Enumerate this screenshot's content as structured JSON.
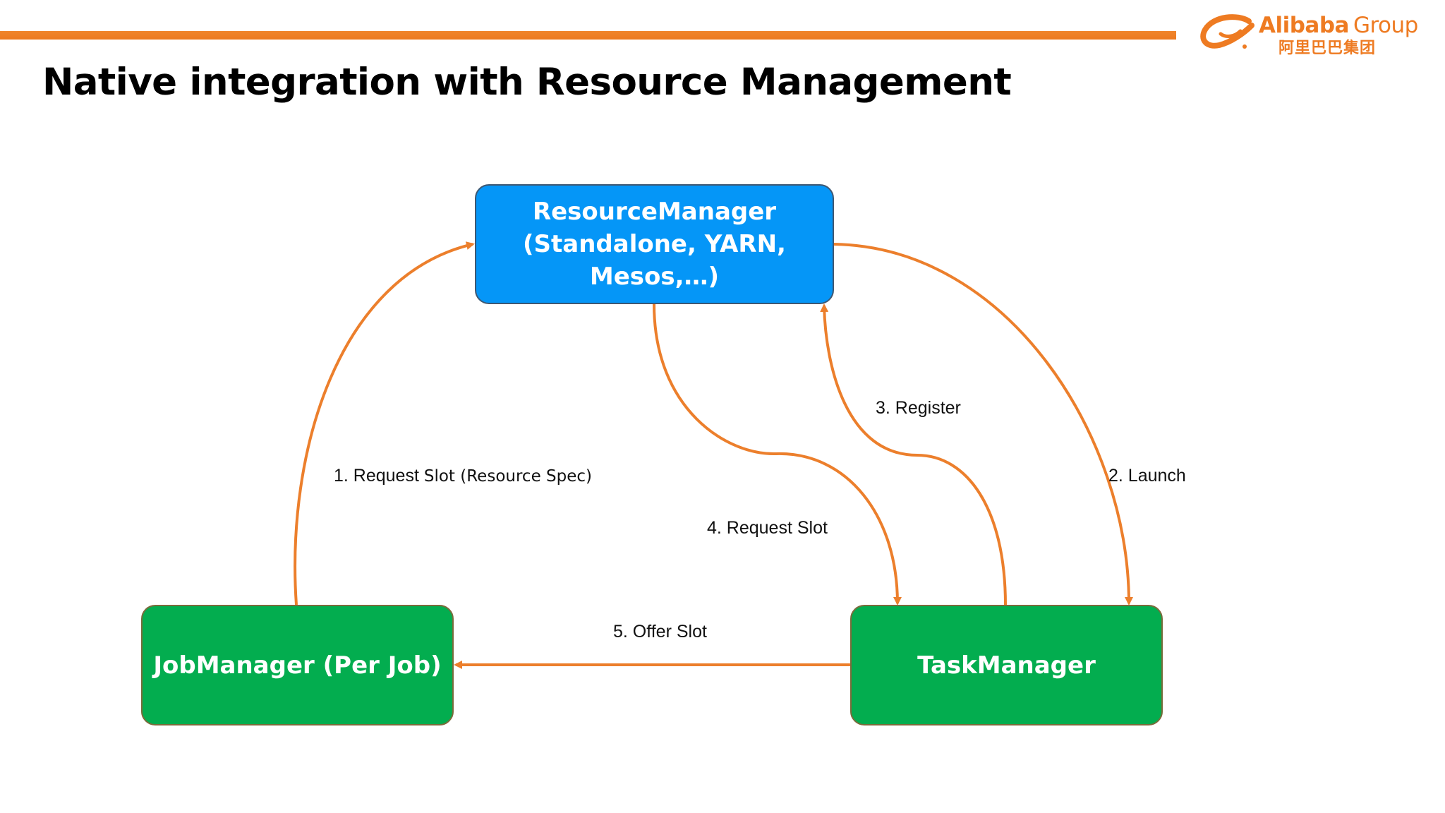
{
  "slide": {
    "title": "Native integration with Resource Management"
  },
  "logo": {
    "word": "Alibaba",
    "group": "Group",
    "chinese": "阿里巴巴集团"
  },
  "colors": {
    "accent_orange": "#ee7b22",
    "resource_manager_fill": "#0596f7",
    "manager_fill": "#03ad4f",
    "arrow": "#ec7f2c"
  },
  "nodes": {
    "resource_manager": {
      "line1": "ResourceManager",
      "line2": "(Standalone, YARN, Mesos,…)"
    },
    "job_manager": {
      "label": "JobManager (Per Job)"
    },
    "task_manager": {
      "label": "TaskManager"
    }
  },
  "edges": {
    "request_slot_resource_spec": {
      "main": "1. Request",
      "small": "Slot (Resource Spec)"
    },
    "launch": {
      "label": "2. Launch"
    },
    "register": {
      "label": "3. Register"
    },
    "request_slot": {
      "label": "4. Request Slot"
    },
    "offer_slot": {
      "label": "5. Offer Slot"
    }
  }
}
